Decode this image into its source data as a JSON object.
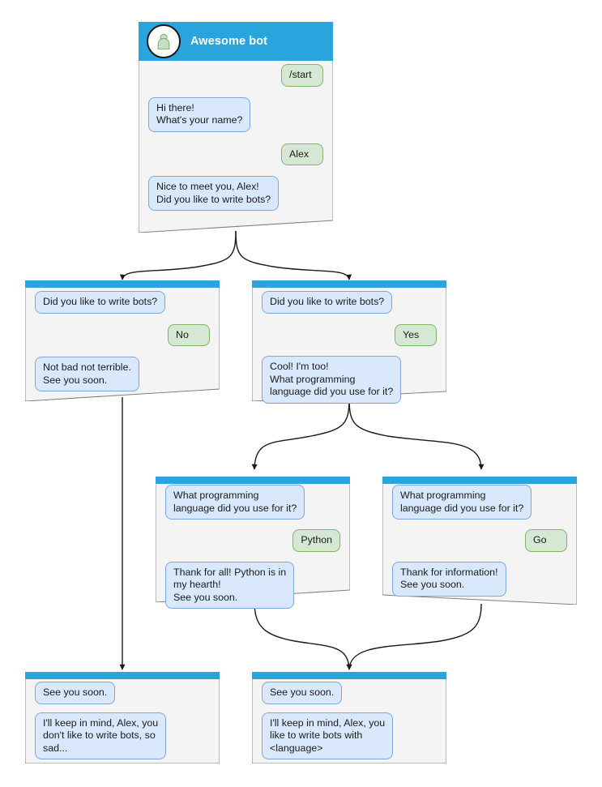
{
  "diagram": {
    "title_label": "Awesome bot",
    "type": "bot-conversation-flowchart",
    "colors": {
      "titlebar": "#29A4DD",
      "card_body": "#F4F4F4",
      "card_border": "#808080",
      "bot_bubble_bg": "#DAE8FC",
      "bot_bubble_border": "#7EA6D9",
      "user_bubble_bg": "#D5E8D4",
      "user_bubble_border": "#82B366",
      "avatar_person": "#C5E0C5",
      "edge": "#1A1A1A",
      "page_bg": "#FFFFFF"
    }
  },
  "cards": [
    {
      "id": "root",
      "header_type": "bot",
      "header_label": "Awesome bot",
      "avatar_icon": "person-avatar-icon",
      "messages": [
        {
          "side": "user",
          "text": "/start"
        },
        {
          "side": "bot",
          "text": "Hi there!\nWhat's your name?"
        },
        {
          "side": "user",
          "text": "Alex"
        },
        {
          "side": "bot",
          "text": "Nice to meet you, Alex!\nDid you like to write bots?"
        }
      ]
    },
    {
      "id": "answer-no",
      "header_type": "slim",
      "header_label": "",
      "messages": [
        {
          "side": "bot",
          "text": "Did you like to write bots?"
        },
        {
          "side": "user",
          "text": "No"
        },
        {
          "side": "bot",
          "text": "Not bad not terrible.\nSee you soon."
        }
      ]
    },
    {
      "id": "answer-yes",
      "header_type": "slim",
      "header_label": "",
      "messages": [
        {
          "side": "bot",
          "text": "Did you like to write bots?"
        },
        {
          "side": "user",
          "text": "Yes"
        },
        {
          "side": "bot",
          "text": "Cool! I'm too!\nWhat programming\nlanguage did you use for it?"
        }
      ]
    },
    {
      "id": "lang-python",
      "header_type": "slim",
      "header_label": "",
      "messages": [
        {
          "side": "bot",
          "text": "What programming\nlanguage did you use for it?"
        },
        {
          "side": "user",
          "text": "Python"
        },
        {
          "side": "bot",
          "text": "Thank for all! Python is in\nmy hearth!\nSee you soon."
        }
      ]
    },
    {
      "id": "lang-go",
      "header_type": "slim",
      "header_label": "",
      "messages": [
        {
          "side": "bot",
          "text": "What programming\nlanguage did you use for it?"
        },
        {
          "side": "user",
          "text": "Go"
        },
        {
          "side": "bot",
          "text": "Thank for information!\nSee you soon."
        }
      ]
    },
    {
      "id": "end-sad",
      "header_type": "slim",
      "header_label": "",
      "messages": [
        {
          "side": "bot",
          "text": "See you soon."
        },
        {
          "side": "bot",
          "text": "I'll keep in mind, Alex, you\ndon't like to write bots, so\nsad..."
        }
      ]
    },
    {
      "id": "end-happy",
      "header_type": "slim",
      "header_label": "",
      "messages": [
        {
          "side": "bot",
          "text": "See you soon."
        },
        {
          "side": "bot",
          "text": "I'll keep in mind, Alex, you\nlike to write bots with\n<language>"
        }
      ]
    }
  ]
}
